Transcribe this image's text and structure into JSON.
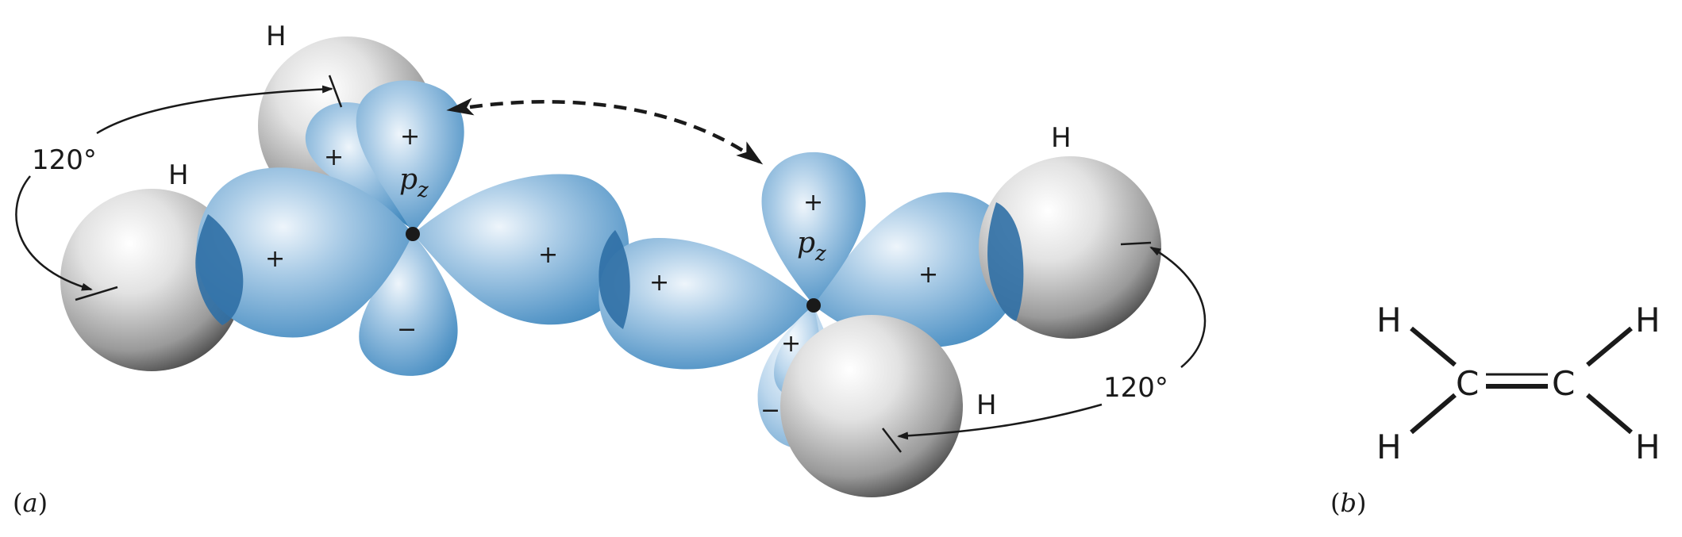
{
  "panel_a": {
    "label_open": "(",
    "label_letter": "a",
    "label_close": ")",
    "hydrogen_label": "H",
    "angle_label": "120°",
    "orbital_label_main": "p",
    "orbital_label_sub": "z",
    "plus_sign": "+",
    "minus_sign": "−"
  },
  "panel_b": {
    "label_open": "(",
    "label_letter": "b",
    "label_close": ")",
    "hydrogen_label": "H",
    "carbon_label": "C"
  },
  "colors": {
    "orbital_light": "#dcebf6",
    "orbital_mid": "#8fbbdc",
    "orbital_dark": "#3c85ba",
    "overlap": "#2f6fa5",
    "sphere_light": "#ffffff",
    "sphere_dark": "#3a3a3a",
    "ink": "#1a1a1a"
  }
}
